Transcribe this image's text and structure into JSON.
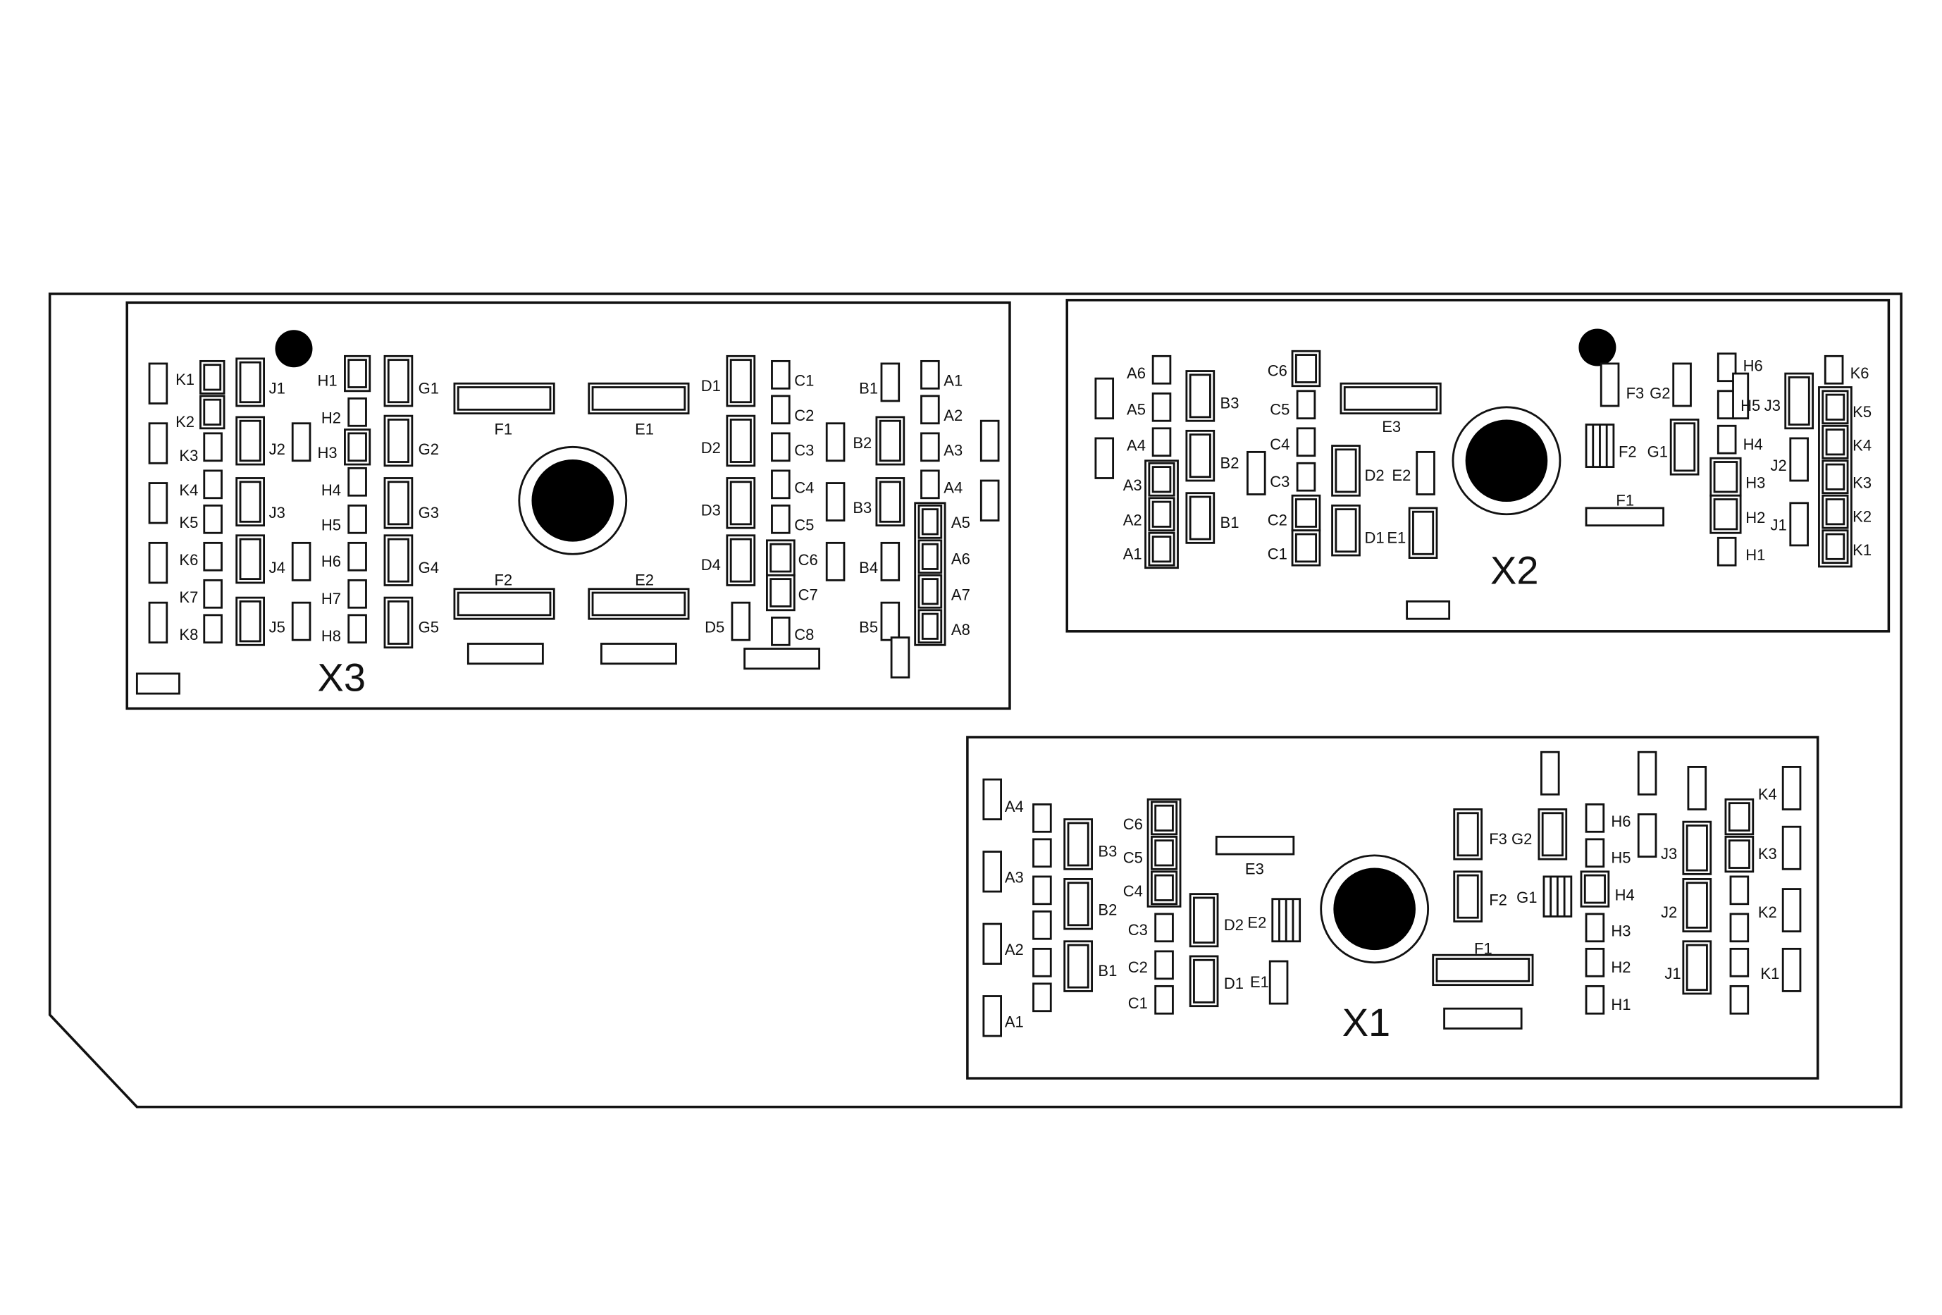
{
  "diagram": {
    "colors": {
      "line": "#111111",
      "fill": "#ffffff",
      "hub": "#000000"
    },
    "panels": {
      "x3": {
        "name": "X3",
        "labels": {
          "k": [
            "K1",
            "K2",
            "K3",
            "K4",
            "K5",
            "K6",
            "K7",
            "K8"
          ],
          "j": [
            "J1",
            "J2",
            "J3",
            "J4",
            "J5"
          ],
          "h": [
            "H1",
            "H2",
            "H3",
            "H4",
            "H5",
            "H6",
            "H7",
            "H8"
          ],
          "g": [
            "G1",
            "G2",
            "G3",
            "G4",
            "G5"
          ],
          "f": [
            "F1",
            "F2"
          ],
          "e": [
            "E1",
            "E2"
          ],
          "d": [
            "D1",
            "D2",
            "D3",
            "D4",
            "D5"
          ],
          "c": [
            "C1",
            "C2",
            "C3",
            "C4",
            "C5",
            "C6",
            "C7",
            "C8"
          ],
          "b": [
            "B1",
            "B2",
            "B3",
            "B4",
            "B5"
          ],
          "a": [
            "A1",
            "A2",
            "A3",
            "A4",
            "A5",
            "A6",
            "A7",
            "A8"
          ]
        }
      },
      "x2": {
        "name": "X2",
        "labels": {
          "a": [
            "A6",
            "A5",
            "A4",
            "A3",
            "A2",
            "A1"
          ],
          "b": [
            "B3",
            "B2",
            "B1"
          ],
          "c": [
            "C6",
            "C5",
            "C4",
            "C3",
            "C2",
            "C1"
          ],
          "d": [
            "D2",
            "D1"
          ],
          "e": [
            "E3",
            "E2",
            "E1"
          ],
          "f": [
            "F3",
            "F2",
            "F1"
          ],
          "g": [
            "G2",
            "G1"
          ],
          "h": [
            "H6",
            "H5",
            "H4",
            "H3",
            "H2",
            "H1"
          ],
          "j": [
            "J3",
            "J2",
            "J1"
          ],
          "k": [
            "K6",
            "K5",
            "K4",
            "K3",
            "K2",
            "K1"
          ]
        }
      },
      "x1": {
        "name": "X1",
        "labels": {
          "a": [
            "A4",
            "A3",
            "A2",
            "A1"
          ],
          "b": [
            "B3",
            "B2",
            "B1"
          ],
          "c": [
            "C6",
            "C5",
            "C4",
            "C3",
            "C2",
            "C1"
          ],
          "d": [
            "D2",
            "D1"
          ],
          "e": [
            "E3",
            "E2",
            "E1"
          ],
          "f": [
            "F3",
            "F2",
            "F1"
          ],
          "g": [
            "G2",
            "G1"
          ],
          "h": [
            "H6",
            "H5",
            "H4",
            "H3",
            "H2",
            "H1"
          ],
          "j": [
            "J3",
            "J2",
            "J1"
          ],
          "k": [
            "K4",
            "K3",
            "K2",
            "K1"
          ]
        }
      }
    }
  }
}
